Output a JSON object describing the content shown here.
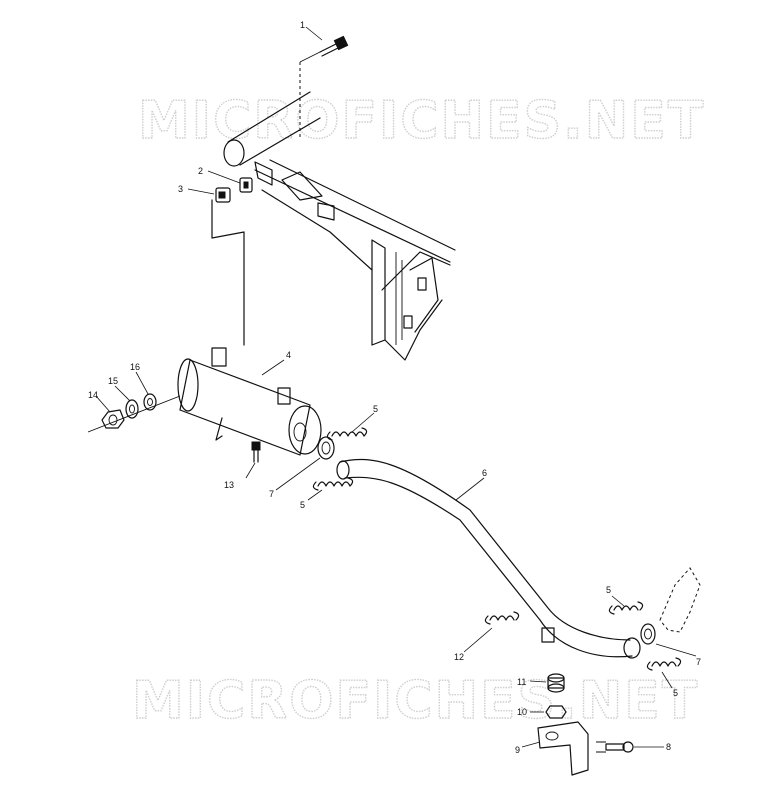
{
  "watermark": {
    "text": "MICROFICHES.NET"
  },
  "callouts": {
    "c1": "1",
    "c2": "2",
    "c3": "3",
    "c4": "4",
    "c5a": "5",
    "c5b": "5",
    "c5c": "5",
    "c5d": "5",
    "c6": "6",
    "c7a": "7",
    "c7b": "7",
    "c8": "8",
    "c9": "9",
    "c10": "10",
    "c11": "11",
    "c12": "12",
    "c13": "13",
    "c14": "14",
    "c15": "15",
    "c16": "16"
  },
  "icons": [
    "bolt-icon",
    "spring-icon",
    "washer-icon",
    "nut-icon"
  ]
}
